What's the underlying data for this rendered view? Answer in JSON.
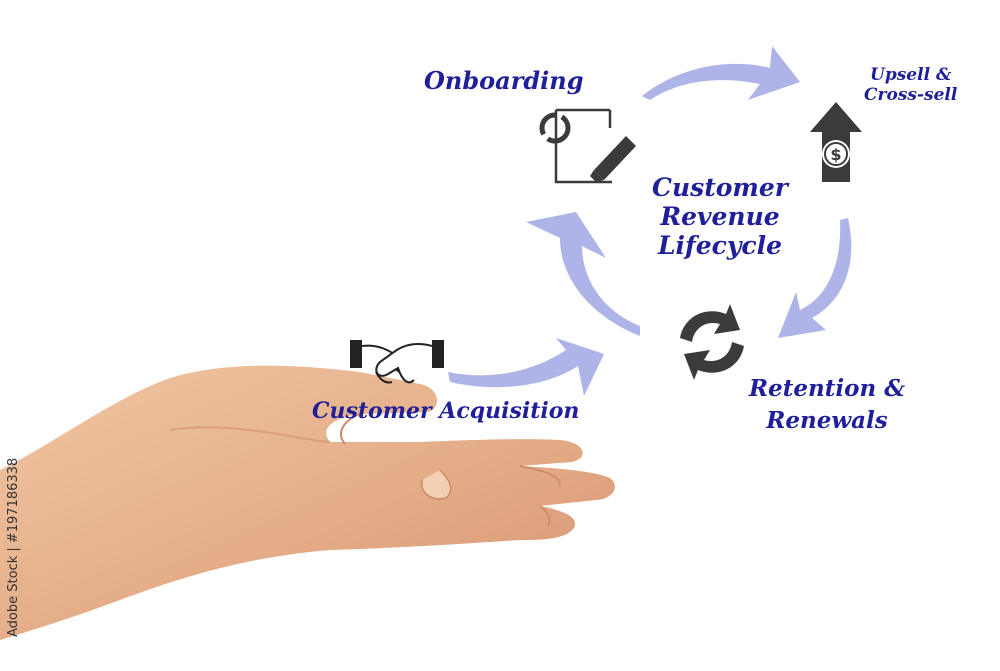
{
  "diagram": {
    "title_lines": [
      "Customer",
      "Revenue",
      "Lifecycle"
    ],
    "stages": {
      "onboarding": "Onboarding",
      "upsell_lines": [
        "Upsell &",
        "Cross-sell"
      ],
      "retention_lines": [
        "Retention &",
        "Renewals"
      ],
      "acquisition": "Customer Acquisition"
    }
  },
  "watermark": {
    "side_text": "Adobe Stock | #197186338"
  },
  "colors": {
    "label_text": "#1f1f9a",
    "arrow_fill": "#aeb4e8",
    "icon_dark": "#3b3b3b",
    "skin": "#e8b48f"
  },
  "icons": [
    "refresh-document-edit-icon",
    "upsell-dollar-arrow-icon",
    "renewal-cycle-icon",
    "handshake-icon"
  ]
}
